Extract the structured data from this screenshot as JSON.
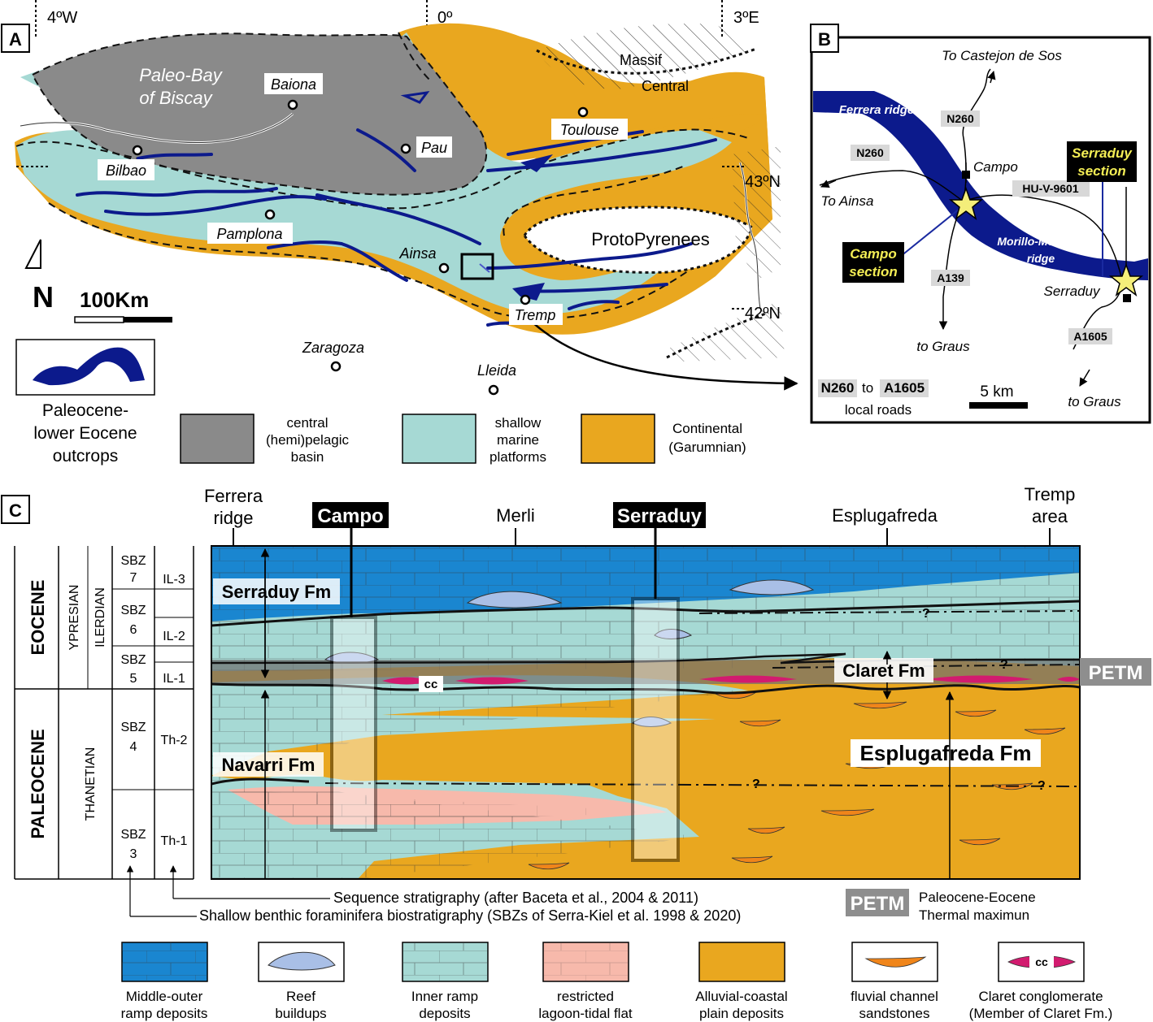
{
  "colors": {
    "pelagic": "#8a8a8a",
    "shallow": "#a6d9d4",
    "continental": "#e9a71f",
    "outcrop": "#0c1a8c",
    "middle_outer": "#1a86d0",
    "lagoon": "#f7b9ab",
    "reef": "#a9bfe6",
    "claret": "#d21b6f",
    "petm_band": "#6e6e6e"
  },
  "panelA": {
    "label": "A",
    "lon_labels": [
      "4ºW",
      "0º",
      "3ºE"
    ],
    "lat_labels": [
      "43ºN",
      "42ºN"
    ],
    "region_labels": [
      "Paleo-Bay",
      "of Biscay",
      "Massif",
      "Central",
      "ProtoPyrenees"
    ],
    "cities": [
      "Baiona",
      "Toulouse",
      "Pau",
      "Bilbao",
      "Pamplona",
      "Ainsa",
      "Tremp",
      "Zaragoza",
      "Lleida"
    ],
    "north": "N",
    "scale": "100Km",
    "legend": {
      "outcrops": [
        "Paleocene-",
        "lower Eocene",
        "outcrops"
      ],
      "pelagic": [
        "central",
        "(hemi)pelagic",
        "basin"
      ],
      "shallow": [
        "shallow",
        "marine",
        "platforms"
      ],
      "continental": [
        "Continental",
        "(Garumnian)"
      ]
    }
  },
  "panelB": {
    "label": "B",
    "places": {
      "castejon": "To Castejon de Sos",
      "ferrera": "Ferrera ridge",
      "campo": "Campo",
      "ainsa": "To Ainsa",
      "morillo1": "Morillo-Merli",
      "morillo2": "ridge",
      "serraduy": "Serraduy",
      "graus1": "to Graus",
      "graus2": "to Graus"
    },
    "roads": {
      "n260a": "N260",
      "n260b": "N260",
      "huv": "HU-V-9601",
      "a139": "A139",
      "a1605": "A1605"
    },
    "sections": {
      "serraduy": [
        "Serraduy",
        "section"
      ],
      "campo": [
        "Campo",
        "section"
      ]
    },
    "legend": {
      "from": "N260",
      "to": "to",
      "until": "A1605",
      "local": "local roads"
    },
    "scale": "5 km"
  },
  "panelC": {
    "label": "C",
    "locations": {
      "ferrera": [
        "Ferrera",
        "ridge"
      ],
      "campo": "Campo",
      "merli": "Merli",
      "serraduy": "Serraduy",
      "esplugafreda": "Esplugafreda",
      "tremp": [
        "Tremp",
        "area"
      ]
    },
    "epochs": [
      "EOCENE",
      "PALEOCENE"
    ],
    "stages": [
      "YPRESIAN",
      "ILERDIAN",
      "THANETIAN"
    ],
    "sbz": [
      [
        "SBZ",
        "7"
      ],
      [
        "SBZ",
        "6"
      ],
      [
        "SBZ",
        "5"
      ],
      [
        "SBZ",
        "4"
      ],
      [
        "SBZ",
        "3"
      ]
    ],
    "sequences": [
      "IL-3",
      "IL-2",
      "IL-1",
      "Th-2",
      "Th-1"
    ],
    "formations": {
      "serraduy": "Serraduy Fm",
      "claret": "Claret Fm",
      "navarri": "Navarri Fm",
      "esplugafreda": "Esplugafreda Fm"
    },
    "petm": "PETM",
    "cc": "cc",
    "question": "?",
    "notes": {
      "sequence": "Sequence stratigraphy (after Baceta et al., 2004 & 2011)",
      "sbz": "Shallow benthic foraminifera biostratigraphy (SBZs of Serra-Kiel et al. 1998 & 2020)"
    },
    "petm_legend": [
      "Paleocene-Eocene",
      "Thermal maximun"
    ]
  },
  "legendC": [
    [
      "Middle-outer",
      "ramp deposits"
    ],
    [
      "Reef",
      "buildups"
    ],
    [
      "Inner ramp",
      "deposits"
    ],
    [
      "restricted",
      "lagoon-tidal flat"
    ],
    [
      "Alluvial-coastal",
      "plain deposits"
    ],
    [
      "fluvial channel",
      "sandstones"
    ],
    [
      "Claret conglomerate",
      "(Member of Claret Fm.)"
    ]
  ]
}
